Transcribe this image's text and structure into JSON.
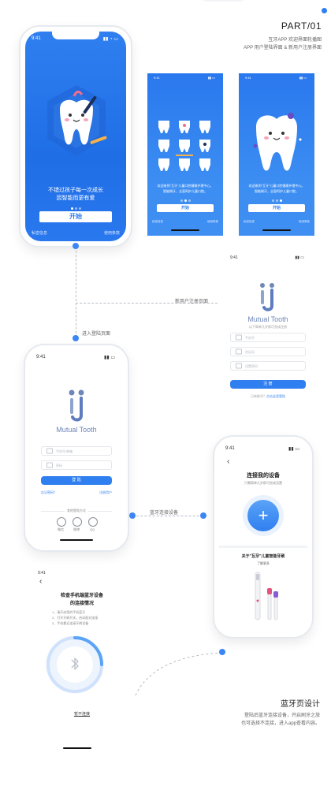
{
  "header": {
    "part_title": "PART/01",
    "subtitle_1": "互牙APP 欢迎界面轮播图",
    "subtitle_2": "APP 用户登陆界面 & 新用户注册界面"
  },
  "status": {
    "time": "9:41"
  },
  "welcome": {
    "headline_1": "不错过孩子每一次成长",
    "headline_2": "因智能而更有爱",
    "start_label": "开始",
    "privacy_label": "私密信息",
    "terms_label": "使用条款"
  },
  "welcome2": {
    "text_1": "欢迎来到\"互牙\"儿童口腔健康护理中心。",
    "text_2": "智能刷牙，全面呵护儿童口腔。",
    "start_label": "开始",
    "privacy_label": "私密信息",
    "terms_label": "使用条款"
  },
  "welcome3": {
    "text_1": "欢迎来到\"互牙\"儿童口腔健康护理中心。",
    "text_2": "智能刷牙，全面呵护儿童口腔。",
    "start_label": "开始",
    "privacy_label": "私密信息",
    "terms_label": "使用条款"
  },
  "flow": {
    "register_label": "新用户注册页面",
    "login_label": "进入登陆页面",
    "bluetooth_label": "蓝牙连接设备"
  },
  "register": {
    "brand": "Mutual Tooth",
    "tagline": "以下简单几步即可完成注册",
    "phone_placeholder": "手机号",
    "code_placeholder": "验证码",
    "password_placeholder": "设置密码",
    "register_label": "注 册",
    "has_account": "已有账号？",
    "login_now": "点击这里登陆"
  },
  "login": {
    "brand": "Mutual Tooth",
    "account_placeholder": "手机号/邮箱",
    "password_placeholder": "密码",
    "login_label": "登 陆",
    "forgot_label": "忘记密码？",
    "register_label": "注册用户",
    "other_methods": "其他登陆方式",
    "social": [
      "微信",
      "微博",
      "QQ"
    ]
  },
  "connect": {
    "title": "连接我的设备",
    "desc": "只需简单几步即可完成设置",
    "product_title": "关于\"互牙\"儿童智能牙刷",
    "learn_more": "了解更多"
  },
  "bt_check": {
    "title_1": "检查手机端蓝牙设备",
    "title_2": "的连接情况",
    "steps": [
      "1、请开启您的手机蓝牙",
      "2、打开牙刷开关，启动配对连接",
      "3、手机靠近连接牙刷设备"
    ],
    "skip_label": "暂不连接"
  },
  "footer": {
    "title": "蓝牙页设计",
    "desc_1": "登陆后蓝牙连接设备，开启刷牙之旅",
    "desc_2": "也可选择不连接，进入app查看内容。"
  },
  "colors": {
    "accent": "#2f7ff0",
    "dot": "#3b86f3"
  }
}
